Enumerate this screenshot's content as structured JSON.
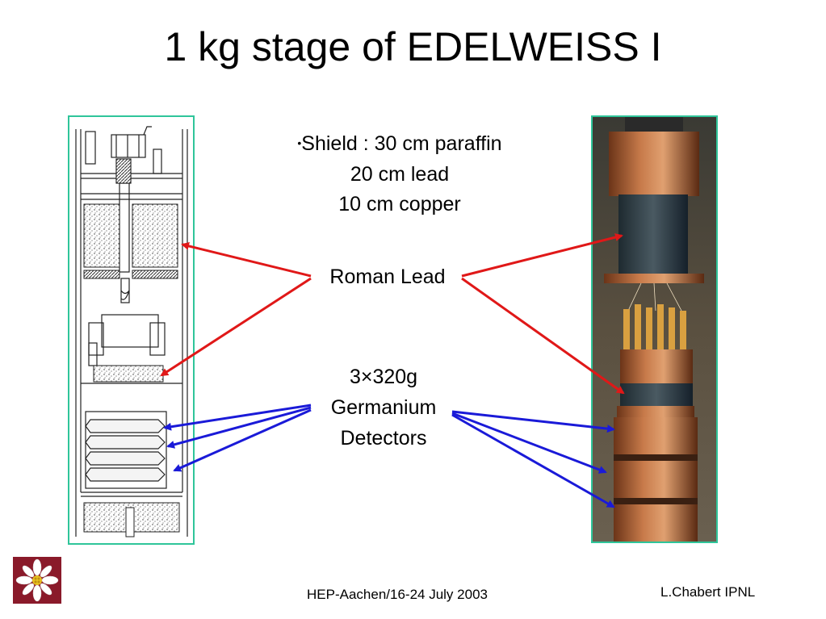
{
  "slide": {
    "title": "1 kg stage of EDELWEISS I",
    "shield": {
      "bullet": "•",
      "line1": "Shield : 30 cm paraffin",
      "line2": "20 cm lead",
      "line3": "10 cm copper"
    },
    "roman_lead": "Roman Lead",
    "germanium": {
      "line1": "3×320g",
      "line2": "Germanium",
      "line3": "Detectors"
    },
    "footer_center": "HEP-Aachen/16-24 July 2003",
    "footer_right": "L.Chabert IPNL"
  },
  "colors": {
    "panel_border": "#2fc59a",
    "arrow_red": "#e01818",
    "arrow_blue": "#1a1ad8",
    "copper": "#b5663a",
    "logo_bg": "#8a1a2a"
  },
  "icons": {
    "logo": "edelweiss-flower-icon"
  }
}
